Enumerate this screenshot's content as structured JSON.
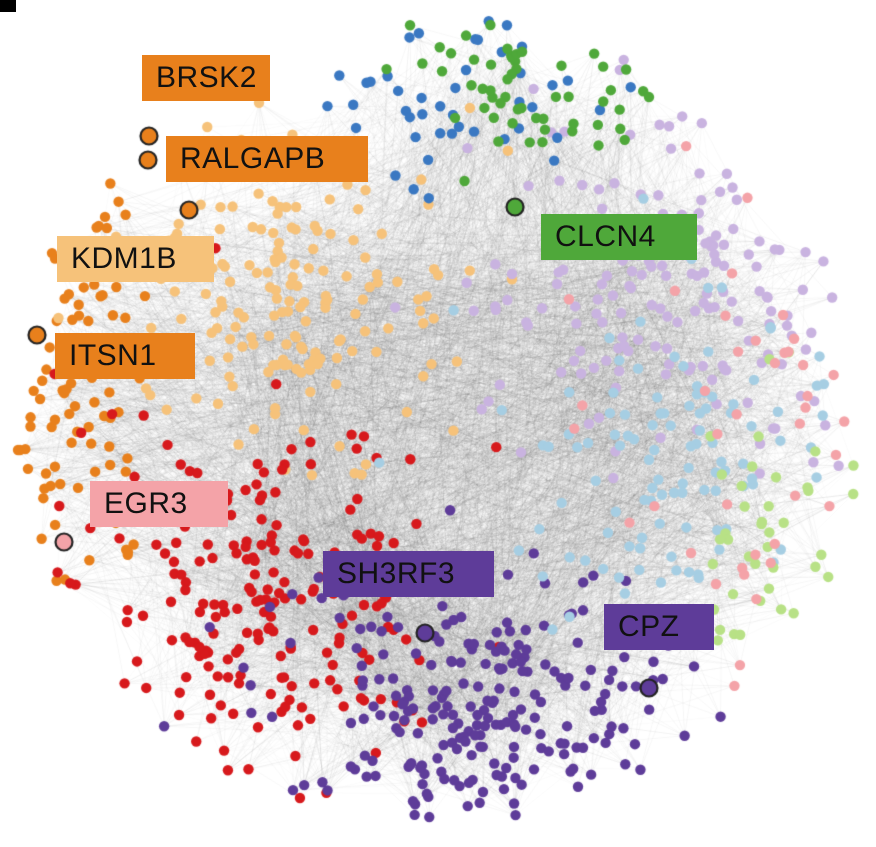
{
  "panel_letter": "",
  "colors": {
    "orange": "#e8801c",
    "light_orange": "#f6c27a",
    "red": "#d7191c",
    "purple": "#5e3c99",
    "lilac": "#c9b3e0",
    "light_blue": "#a6cee3",
    "blue": "#3a78c2",
    "green": "#4fa83a",
    "light_green": "#b8e186",
    "pink": "#f4a3a8",
    "edge": "#555555",
    "highlight_outline": "#222222"
  },
  "clusters": [
    {
      "id": "orange",
      "color_key": "orange",
      "size": 90
    },
    {
      "id": "light_orange",
      "color_key": "light_orange",
      "size": 170
    },
    {
      "id": "red",
      "color_key": "red",
      "size": 210
    },
    {
      "id": "purple",
      "color_key": "purple",
      "size": 230
    },
    {
      "id": "lilac",
      "color_key": "lilac",
      "size": 170
    },
    {
      "id": "light_blue",
      "color_key": "light_blue",
      "size": 110
    },
    {
      "id": "blue",
      "color_key": "blue",
      "size": 45
    },
    {
      "id": "green",
      "color_key": "green",
      "size": 55
    },
    {
      "id": "light_green",
      "color_key": "light_green",
      "size": 40
    },
    {
      "id": "pink",
      "color_key": "pink",
      "size": 40
    }
  ],
  "labels": [
    {
      "text": "BRSK2",
      "color_key": "orange",
      "text_color": "#111111"
    },
    {
      "text": "RALGAPB",
      "color_key": "orange",
      "text_color": "#111111"
    },
    {
      "text": "KDM1B",
      "color_key": "light_orange",
      "text_color": "#111111"
    },
    {
      "text": "ITSN1",
      "color_key": "orange",
      "text_color": "#111111"
    },
    {
      "text": "CLCN4",
      "color_key": "green",
      "text_color": "#111111"
    },
    {
      "text": "EGR3",
      "color_key": "pink",
      "text_color": "#111111"
    },
    {
      "text": "SH3RF3",
      "color_key": "purple",
      "text_color": "#111111"
    },
    {
      "text": "CPZ",
      "color_key": "purple",
      "text_color": "#111111"
    }
  ]
}
